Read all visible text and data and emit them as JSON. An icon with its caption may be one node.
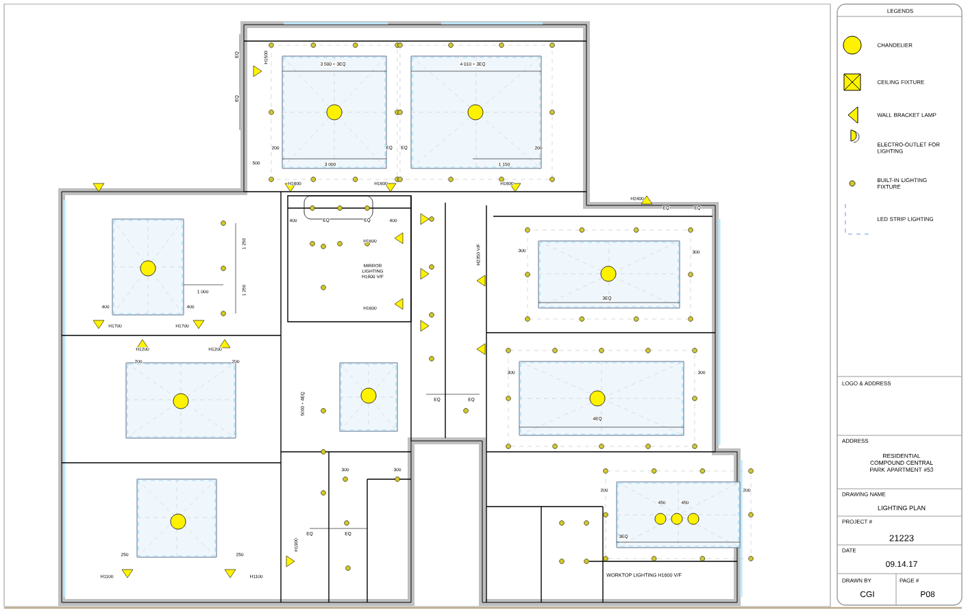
{
  "diagram": {
    "labels": [
      "EQ",
      "EQ",
      "H1500",
      "3 500 ÷ 3EQ",
      "4 010 ÷ 3EQ",
      "200",
      "EQ",
      "EQ",
      "200",
      "500",
      "3 000",
      "1 150",
      "H1600",
      "H1600",
      "H1600",
      "400",
      "EQ",
      "EQ",
      "400",
      "1 250",
      "H1600",
      "H2350 V/F",
      "H2400",
      "EQ",
      "EQ",
      "300",
      "300",
      "1 000",
      "1 250",
      "MIRROR LIGHTING H1600 V/F",
      "3EQ",
      "400",
      "400",
      "H1600",
      "H1700",
      "H1700",
      "H1200",
      "H1200",
      "200",
      "200",
      "300",
      "300",
      "5000 ÷ 4EQ",
      "4EQ",
      "EQ",
      "EQ",
      "300",
      "300",
      "200",
      "200",
      "450",
      "450",
      "EQ",
      "EQ",
      "3EQ",
      "H1900",
      "250",
      "250",
      "H1100",
      "H1100",
      "WORKTOP LIGHTING H1600 V/F",
      "LEGENDS",
      "LOGO & ADDRESS",
      "ADDRESS",
      "RESIDENTIAL COMPOUND CENTRAL PARK APARTMENT #53",
      "DRAWING NAME",
      "LIGHTING PLAN",
      "PROJECT #",
      "21223",
      "DATE",
      "09.14.17",
      "DRAWN BY",
      "CGI",
      "PAGE #",
      "P08"
    ],
    "legend": [
      {
        "text": "CHANDELIER"
      },
      {
        "text": "CEILING FIXTURE"
      },
      {
        "text": "WALL BRACKET LAMP"
      },
      {
        "text": "ELECTRO-OUTLET FOR LIGHTING"
      },
      {
        "text": "BUILT-IN LIGHTING FIXTURE"
      },
      {
        "text": "LED STRIP LIGHTING"
      }
    ]
  }
}
